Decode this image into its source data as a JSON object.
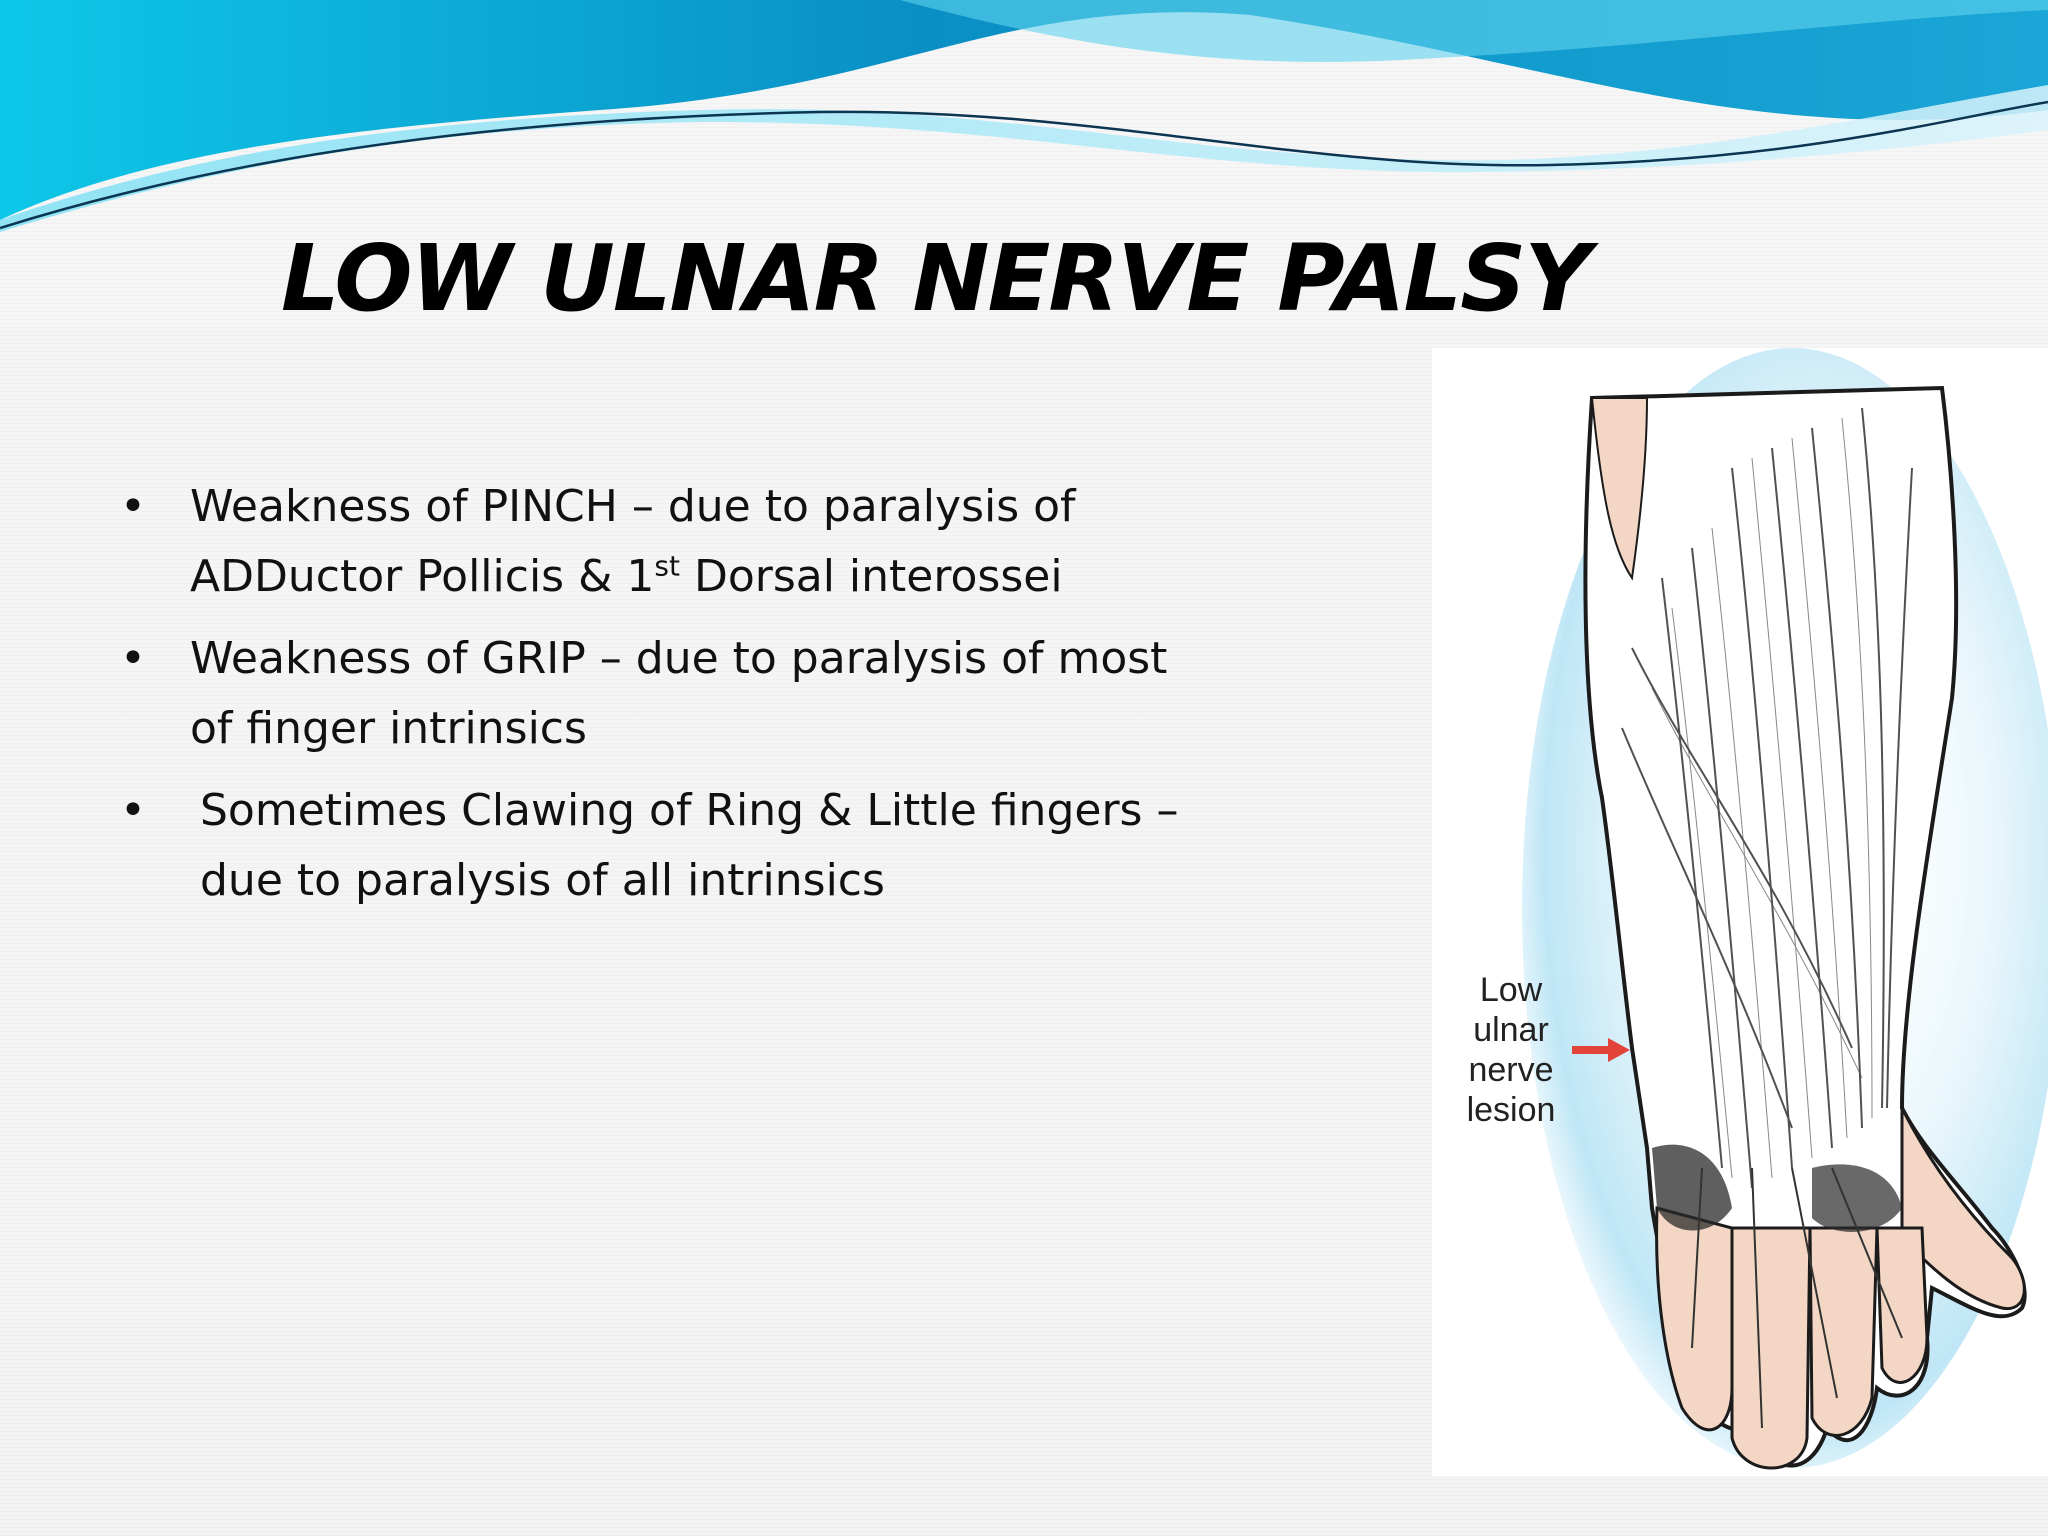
{
  "slide": {
    "title": "LOW ULNAR NERVE PALSY",
    "bullets": [
      {
        "marker": "•",
        "lines": [
          "Weakness of PINCH – due to paralysis of",
          "ADDuctor Pollicis & 1",
          "st",
          " Dorsal interossei"
        ]
      },
      {
        "marker": "•",
        "lines": [
          "Weakness of GRIP – due to paralysis of most",
          "of finger intrinsics"
        ]
      },
      {
        "marker": "•",
        "lines": [
          "Sometimes Clawing of Ring & Little fingers –",
          "due to paralysis of all intrinsics"
        ]
      }
    ]
  },
  "figure": {
    "label_lines": [
      "Low",
      "ulnar",
      "nerve",
      "lesion"
    ],
    "arrow_color": "#e2443a",
    "glow_color": "#bfe6f6",
    "skin_color": "#f4d6c4"
  },
  "theme": {
    "wave_dark": "#0a7fb6",
    "wave_light": "#22c3e6"
  }
}
